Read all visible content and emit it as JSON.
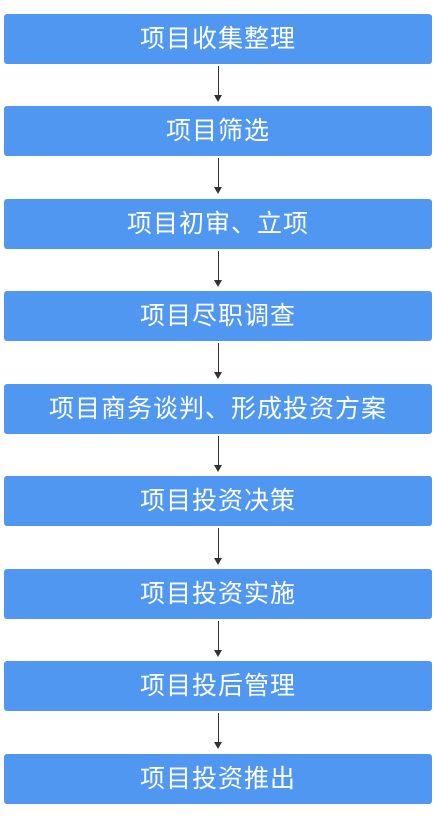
{
  "steps": [
    "项目收集整理",
    "项目筛选",
    "项目初审、立项",
    "项目尽职调查",
    "项目商务谈判、形成投资方案",
    "项目投资决策",
    "项目投资实施",
    "项目投后管理",
    "项目投资推出"
  ],
  "colors": {
    "box": "#4f97f0",
    "text": "#ffffff",
    "arrow": "#333333"
  }
}
